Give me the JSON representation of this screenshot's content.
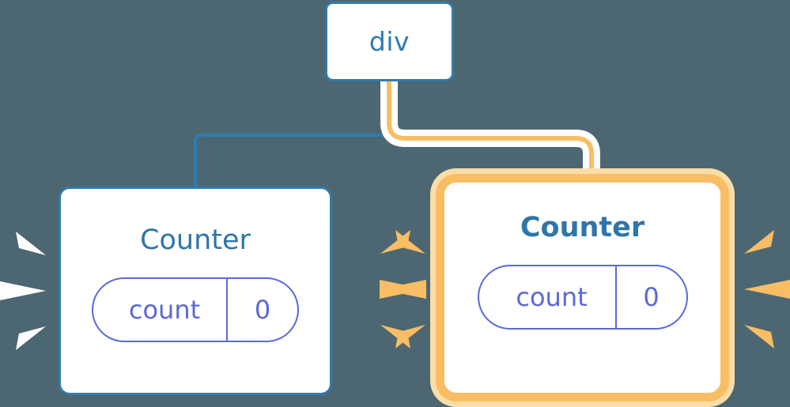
{
  "theme": {
    "background": "#4c6771",
    "node_fill": "#ffffff",
    "blue_border": "#2f7cb0",
    "blue_text": "#2f76a9",
    "state_color": "#5c68d8",
    "highlight_border": "#f9be64",
    "highlight_glow": "#fcdda9",
    "spark_white": "#ffffff",
    "spark_orange": "#f9bd63"
  },
  "diagram": {
    "type": "component-tree",
    "title": "",
    "nodes": [
      {
        "id": "div",
        "label": "div",
        "highlighted": false,
        "state": null
      },
      {
        "id": "counter-left",
        "label": "Counter",
        "highlighted": false,
        "state": {
          "key": "count",
          "value": "0"
        }
      },
      {
        "id": "counter-right",
        "label": "Counter",
        "highlighted": true,
        "state": {
          "key": "count",
          "value": "0"
        }
      }
    ],
    "edges": [
      {
        "from": "div",
        "to": "counter-left",
        "color": "#2f7cb0",
        "emphasis": false
      },
      {
        "from": "div",
        "to": "counter-right",
        "color": "#f9be64",
        "emphasis": true
      }
    ]
  }
}
